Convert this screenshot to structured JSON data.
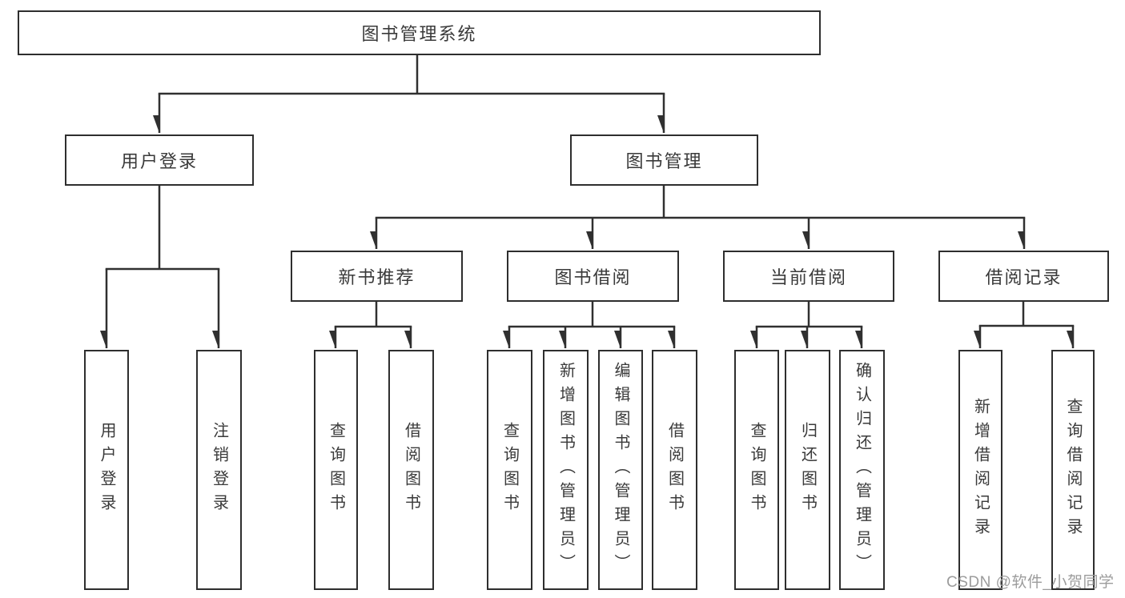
{
  "diagram": {
    "root": {
      "label": "图书管理系统"
    },
    "level2": [
      {
        "label": "用户登录"
      },
      {
        "label": "图书管理"
      }
    ],
    "level3": [
      {
        "label": "新书推荐"
      },
      {
        "label": "图书借阅"
      },
      {
        "label": "当前借阅"
      },
      {
        "label": "借阅记录"
      }
    ],
    "leaves": {
      "user_login": [
        "用户登录",
        "注销登录"
      ],
      "new_book": [
        "查询图书",
        "借阅图书"
      ],
      "book_borrow": [
        "查询图书",
        "新增图书（管理员）",
        "编辑图书（管理员）",
        "借阅图书"
      ],
      "current_borrow": [
        "查询图书",
        "归还图书",
        "确认归还（管理员）"
      ],
      "borrow_records": [
        "新增借阅记录",
        "查询借阅记录"
      ]
    }
  },
  "watermark": "CSDN @软件_小贺同学",
  "colors": {
    "line": "#303030",
    "border": "#2e2e2e",
    "text": "#3a3a3a",
    "watermark": "#9c9c9c",
    "background": "#ffffff"
  }
}
